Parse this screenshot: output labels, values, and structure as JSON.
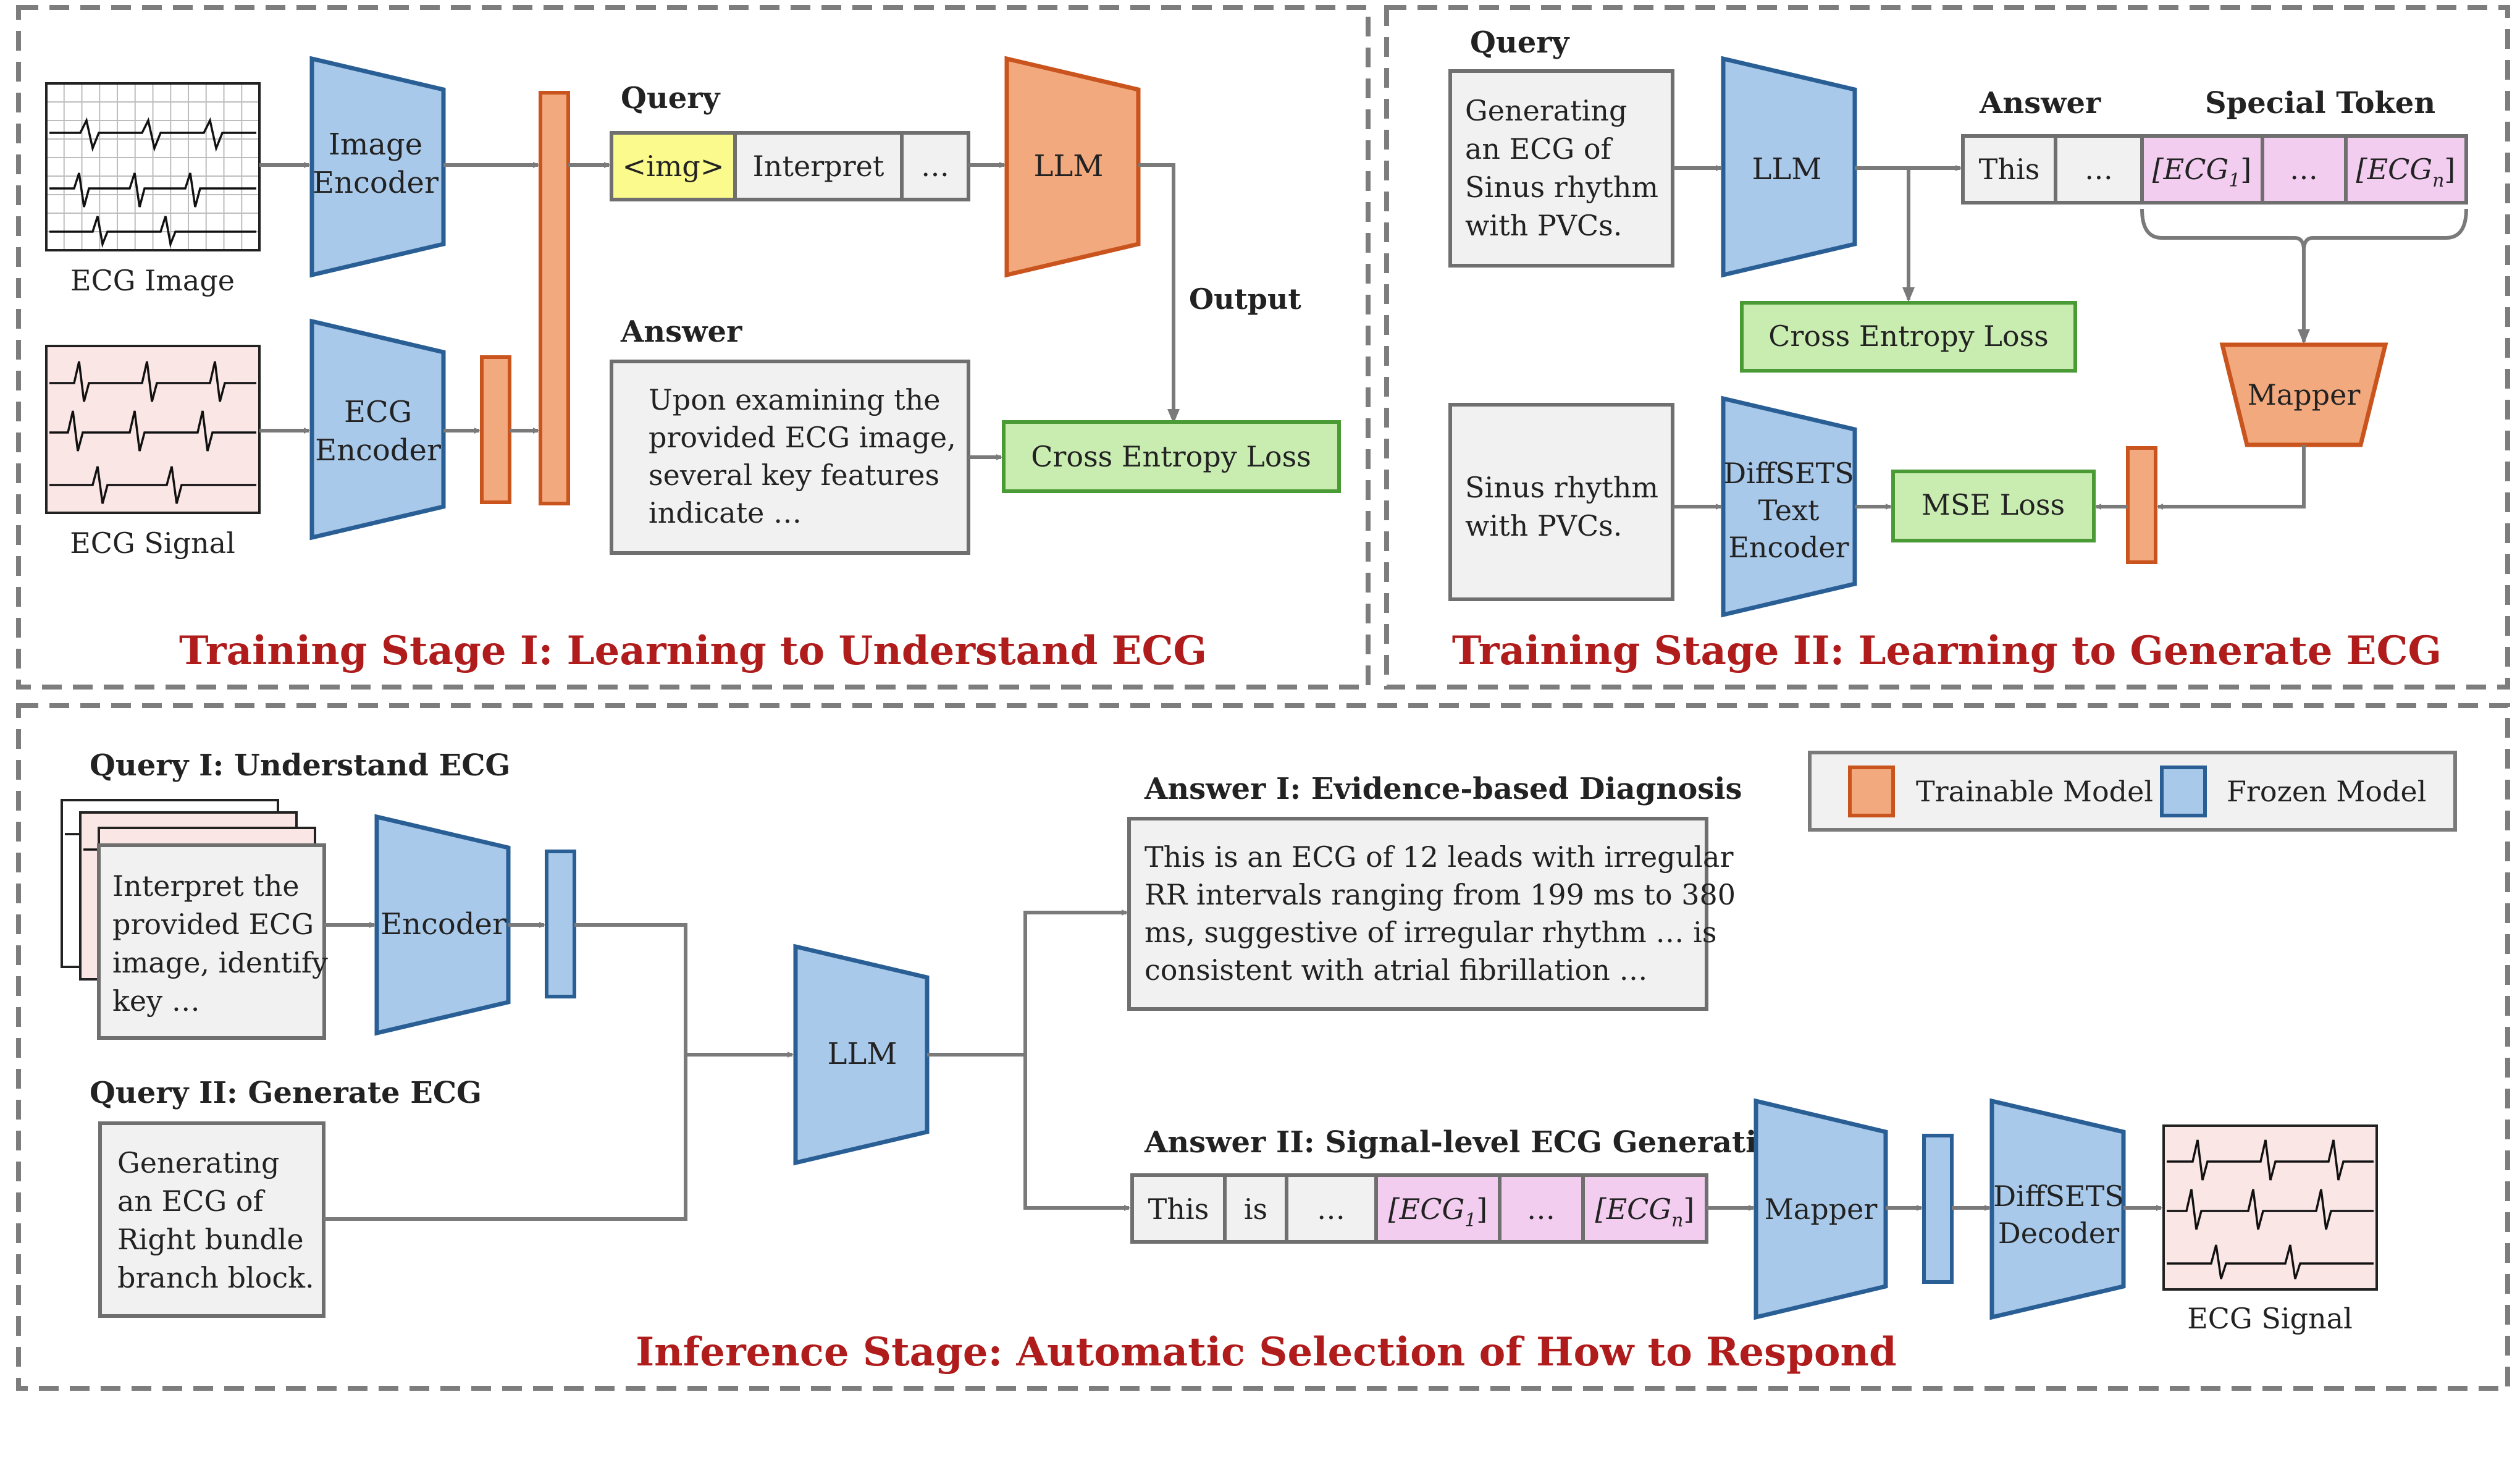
{
  "stage1": {
    "title": "Training Stage I: Learning to Understand ECG",
    "ecg_image_label": "ECG Image",
    "ecg_signal_label": "ECG Signal",
    "image_encoder": [
      "Image",
      "Encoder"
    ],
    "ecg_encoder": [
      "ECG",
      "Encoder"
    ],
    "query_label": "Query",
    "query_tokens": [
      "<img>",
      "Interpret",
      "…"
    ],
    "llm": "LLM",
    "output_label": "Output",
    "answer_label": "Answer",
    "answer_text": [
      "Upon examining the",
      "provided ECG image,",
      "several key features",
      "indicate …"
    ],
    "loss": "Cross Entropy Loss"
  },
  "stage2": {
    "title": "Training Stage II: Learning to Generate ECG",
    "query_label": "Query",
    "query_text": [
      "Generating",
      "an ECG of",
      "Sinus rhythm",
      "with PVCs."
    ],
    "llm": "LLM",
    "answer_label": "Answer",
    "special_token_label": "Special Token",
    "answer_tokens": [
      "This",
      "…"
    ],
    "special_tokens": [
      {
        "base": "[ECG",
        "sub": "1",
        "close": "]"
      },
      {
        "base": "…",
        "sub": "",
        "close": ""
      },
      {
        "base": "[ECG",
        "sub": "n",
        "close": "]"
      }
    ],
    "ce_loss": "Cross Entropy Loss",
    "mapper": "Mapper",
    "text_input": [
      "Sinus rhythm",
      "with PVCs."
    ],
    "text_encoder": [
      "DiffSETS",
      "Text",
      "Encoder"
    ],
    "mse_loss": "MSE Loss"
  },
  "inference": {
    "title": "Inference Stage: Automatic Selection of How to Respond",
    "query1_label": "Query I: Understand ECG",
    "query1_text": [
      "Interpret the",
      "provided ECG",
      "image, identify",
      "key …"
    ],
    "encoder": "Encoder",
    "query2_label": "Query II: Generate ECG",
    "query2_text": [
      "Generating",
      "an ECG of",
      "Right bundle",
      "branch block."
    ],
    "llm": "LLM",
    "answer1_label": "Answer I: Evidence-based Diagnosis",
    "answer1_text": [
      "This is an ECG of 12 leads with irregular",
      "RR intervals ranging from 199 ms to 380",
      "ms, suggestive of irregular rhythm … is",
      "consistent with atrial fibrillation …"
    ],
    "answer2_label": "Answer II: Signal-level ECG Generation",
    "answer2_tokens": [
      "This",
      "is",
      "…"
    ],
    "answer2_special": [
      {
        "base": "[ECG",
        "sub": "1",
        "close": "]"
      },
      {
        "base": "…",
        "sub": "",
        "close": ""
      },
      {
        "base": "[ECG",
        "sub": "n",
        "close": "]"
      }
    ],
    "mapper": "Mapper",
    "decoder": [
      "DiffSETS",
      "Decoder"
    ],
    "ecg_signal_label": "ECG Signal"
  },
  "legend": {
    "trainable": "Trainable Model",
    "frozen": "Frozen Model",
    "trainable_color": "#f2a97e",
    "frozen_color": "#a9c9ea"
  }
}
